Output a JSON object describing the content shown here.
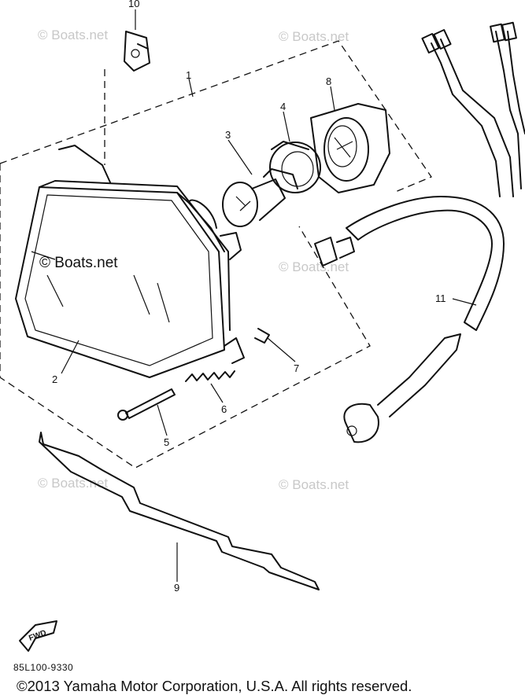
{
  "watermarks": {
    "top_left": "© Boats.net",
    "top_right": "© Boats.net",
    "mid_right": "© Boats.net",
    "headlight": "© Boats.net",
    "bottom_left": "© Boats.net",
    "bottom_right": "© Boats.net"
  },
  "callouts": [
    {
      "id": "1",
      "part": "headlight-assembly"
    },
    {
      "id": "2",
      "part": "headlight-unit"
    },
    {
      "id": "3",
      "part": "bulb"
    },
    {
      "id": "4",
      "part": "bulb-retainer"
    },
    {
      "id": "5",
      "part": "adjusting-screw"
    },
    {
      "id": "6",
      "part": "spring"
    },
    {
      "id": "7",
      "part": "clip"
    },
    {
      "id": "8",
      "part": "socket-cover"
    },
    {
      "id": "9",
      "part": "bracket-plate"
    },
    {
      "id": "10",
      "part": "mounting-bracket"
    },
    {
      "id": "11",
      "part": "wire-harness"
    }
  ],
  "fwd_label": "FWD",
  "diagram_code": "85L100-9330",
  "copyright": "©2013 Yamaha Motor Corporation, U.S.A. All rights reserved."
}
